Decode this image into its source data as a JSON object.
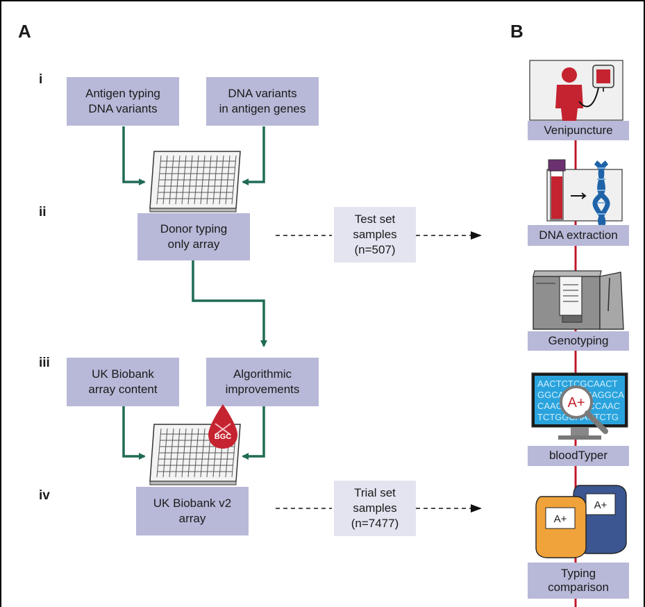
{
  "panels": {
    "a": "A",
    "b": "B"
  },
  "steps": {
    "i": "i",
    "ii": "ii",
    "iii": "iii",
    "iv": "iv"
  },
  "panel_a": {
    "antigen_typing": "Antigen typing\nDNA variants",
    "dna_variants": "DNA variants\nin antigen genes",
    "donor_array": "Donor typing\nonly array",
    "test_set": "Test set\nsamples\n(n=507)",
    "ukb_content": "UK Biobank\narray content",
    "algorithmic": "Algorithmic\nimprovements",
    "ukb_v2": "UK Biobank v2\narray",
    "trial_set": "Trial set\nsamples\n(n=7477)",
    "bgc_logo_text": "BGC"
  },
  "panel_b": {
    "venipuncture": "Venipuncture",
    "dna_extraction": "DNA extraction",
    "genotyping": "Genotyping",
    "bloodtyper": "bloodTyper",
    "typing_comparison": "Typing\ncomparison",
    "dna_screen_rows": [
      "AACTCTCGCAACT",
      "GGCAGGGCAGGCA",
      "CAAGCTCGCCAAC",
      "TCTGGCAACTCTG"
    ],
    "blood_group_label": "A+",
    "card_labels": [
      "A+",
      "A+"
    ]
  },
  "colors": {
    "box_fill": "#b8b9d8",
    "sample_box_fill": "#e3e4f0",
    "arrow_green": "#1f6b55",
    "timeline_red": "#c0182b",
    "blood_red": "#c52330",
    "dna_blue": "#1f63a8",
    "screen_blue": "#2aa3dd",
    "card_orange": "#f0a33a",
    "card_navy": "#3b5690"
  }
}
